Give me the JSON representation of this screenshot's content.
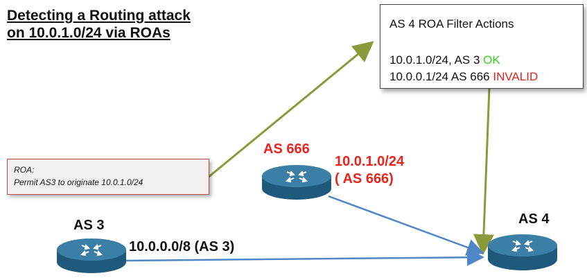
{
  "title": {
    "line1": "Detecting a Routing attack",
    "line2": "on 10.0.1.0/24 via ROAs"
  },
  "filter_box": {
    "header": "AS 4 ROA Filter Actions",
    "rows": [
      {
        "text": "10.0.1.0/24, AS 3 ",
        "status": "OK",
        "status_color": "#33d11f"
      },
      {
        "text": "10.0.0.1/24 AS 666 ",
        "status": "INVALID",
        "status_color": "#e8241c"
      }
    ]
  },
  "roa_box": {
    "line1": "ROA:",
    "line2": "Permit AS3 to originate  10.0.1.0/24"
  },
  "nodes": {
    "as3": {
      "label": "AS 3"
    },
    "as666": {
      "label": "AS 666"
    },
    "as4": {
      "label": "AS 4"
    }
  },
  "routes": {
    "legit": "10.0.0.0/8  (AS 3)",
    "hijack_line1": "10.0.1.0/24",
    "hijack_line2": "( AS 666)"
  },
  "colors": {
    "green_arrow": "#8a9a3a",
    "blue_arrow": "#4f86c6",
    "router_top": "#3b7fa6",
    "router_side": "#1f5a7d",
    "accent_red": "#e8241c"
  }
}
